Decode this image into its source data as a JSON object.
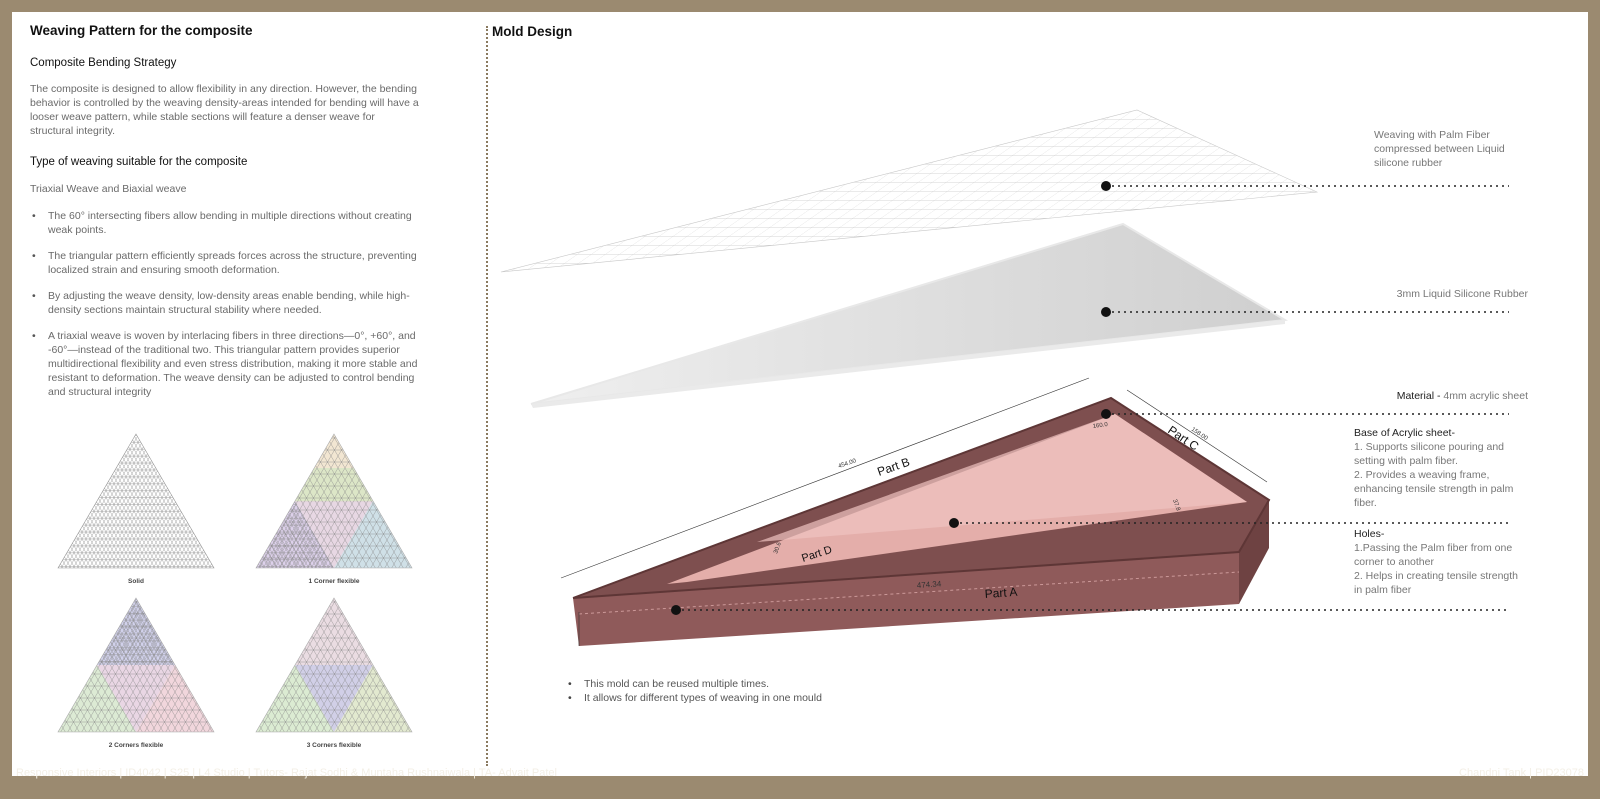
{
  "left": {
    "title": "Weaving Pattern for the composite",
    "bending_heading": "Composite Bending Strategy",
    "bending_text": "The composite is designed to allow flexibility in any direction. However, the bending behavior is controlled by the weaving density-areas intended for bending will have a looser weave pattern, while stable sections will feature a denser weave for structural integrity.",
    "type_heading": "Type of weaving suitable for the composite",
    "type_subtitle": "Triaxial Weave and Biaxial weave",
    "bullets": [
      "The 60° intersecting fibers allow bending in multiple directions without creating weak points.",
      "The triangular pattern efficiently spreads forces across the structure, preventing localized strain and ensuring smooth deformation.",
      "By adjusting the weave density, low-density areas enable bending, while high-density sections maintain structural stability where needed.",
      "A triaxial weave is woven by interlacing fibers in three directions—0°, +60°, and -60°—instead of the traditional two. This triangular pattern provides superior multidirectional flexibility and even stress distribution, making it more stable and resistant to deformation. The weave density can be adjusted to control bending and structural integrity"
    ],
    "patterns": [
      {
        "caption": "Solid"
      },
      {
        "caption": "1 Corner flexible"
      },
      {
        "caption": "2 Corners flexible"
      },
      {
        "caption": "3 Corners flexible"
      }
    ]
  },
  "right": {
    "title": "Mold Design",
    "annotations": {
      "weaving": "Weaving with Palm Fiber compressed between Liquid silicone rubber",
      "silicone": "3mm Liquid Silicone Rubber",
      "material_label": "Material -",
      "material_value": "4mm acrylic sheet",
      "base_heading": "Base of Acrylic sheet-",
      "base_items": [
        "1. Supports silicone pouring and setting with palm fiber.",
        "2. Provides a weaving frame, enhancing tensile strength in palm fiber."
      ],
      "holes_heading": "Holes-",
      "holes_items": [
        "1.Passing the Palm fiber from one corner to another",
        "2. Helps in creating tensile strength in palm fiber"
      ]
    },
    "parts": {
      "a": "Part A",
      "b": "Part B",
      "c": "Part C",
      "d": "Part D"
    },
    "dims": {
      "a": "474.34",
      "b": "454.00",
      "c": "158.00",
      "d1": "30.6",
      "d2": "37.8",
      "d3": "160.0"
    },
    "notes": [
      "This mold can be reused multiple times.",
      "It allows for different types of weaving in one mould"
    ]
  },
  "footer": {
    "left": "Responsive Interiors | ID4042 | S25 | L4 Studio | Tutors- Rajat Sodhi & Muntaha Rushnaiwala | TA- Advait Patel",
    "right": "Chandni Tank | PID23078"
  },
  "colors": {
    "frame": "#9b8a70",
    "acrylic": "#8a5a5a",
    "acrylic_inner": "#e2a9a6",
    "silicone": "#d9d9d9",
    "triangle_pink": "#e8b7c6",
    "triangle_green": "#b7d7a8",
    "triangle_blue": "#9fb5d9"
  }
}
